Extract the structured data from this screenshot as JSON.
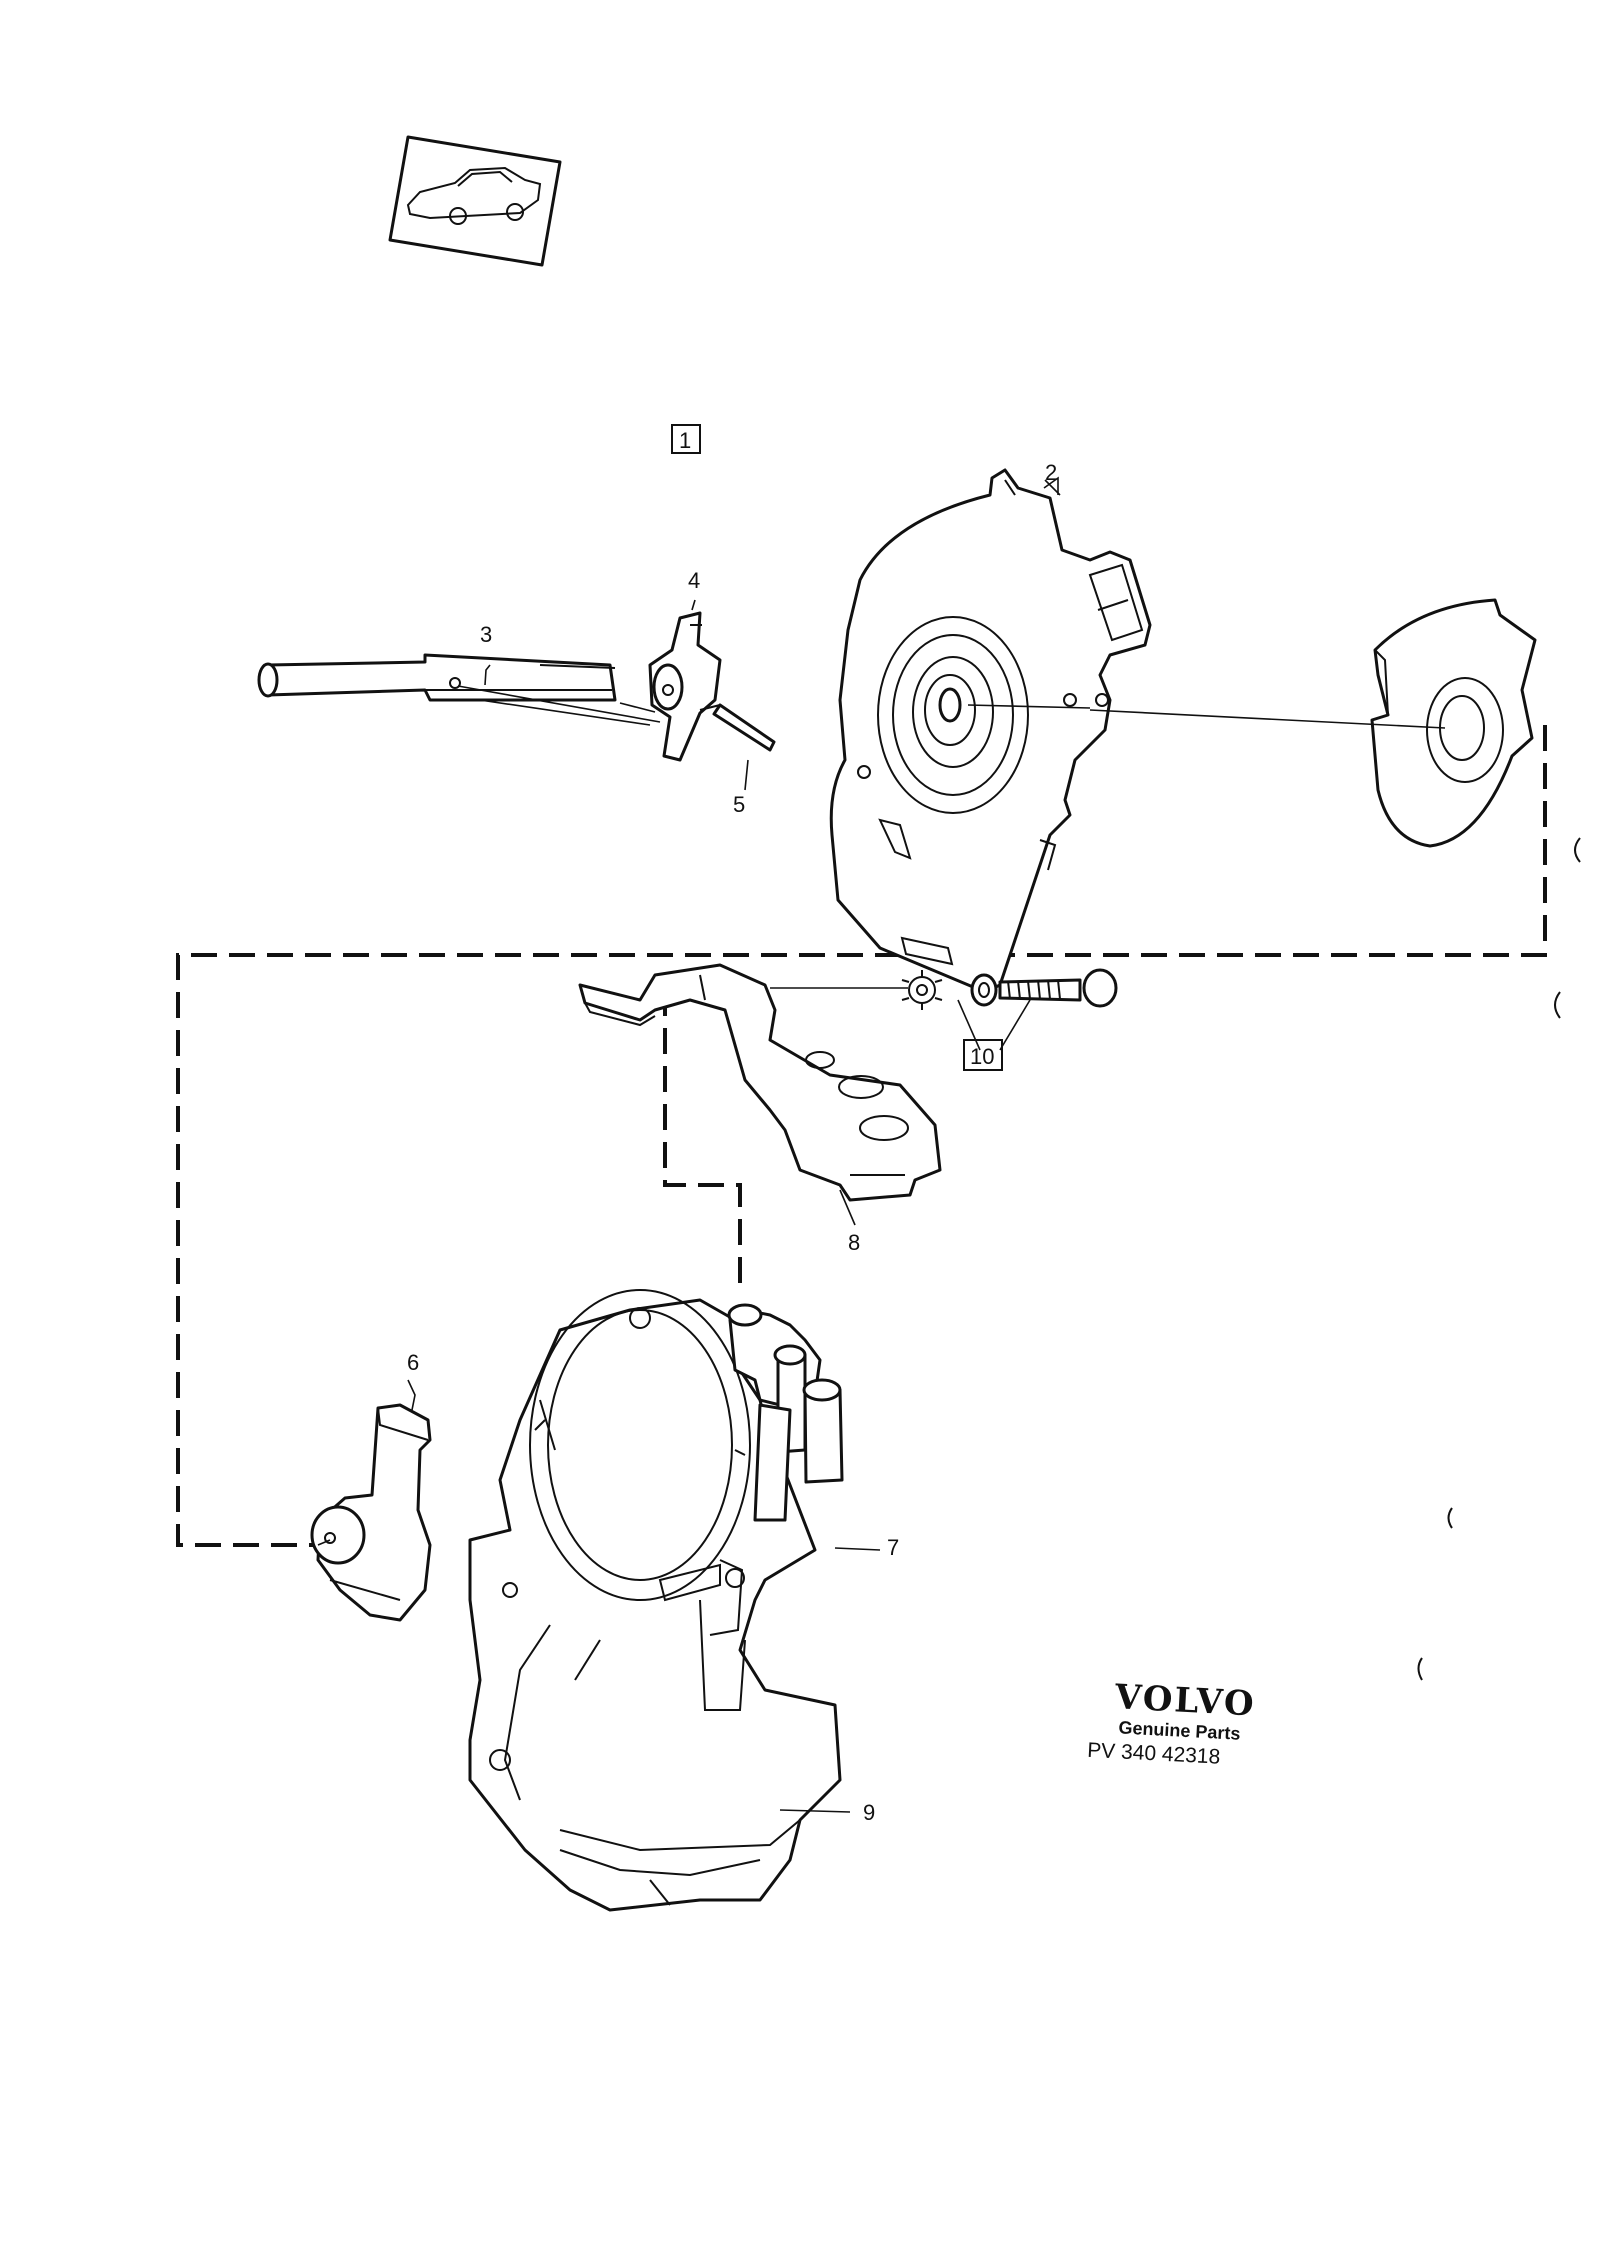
{
  "callouts": {
    "c1": "1",
    "c2": "2",
    "c3": "3",
    "c4": "4",
    "c5": "5",
    "c6": "6",
    "c7": "7",
    "c8": "8",
    "c9": "9",
    "c10": "10"
  },
  "footer": {
    "brand": "VOLVO",
    "tagline": "Genuine Parts",
    "part_number": "PV 340 42318"
  }
}
